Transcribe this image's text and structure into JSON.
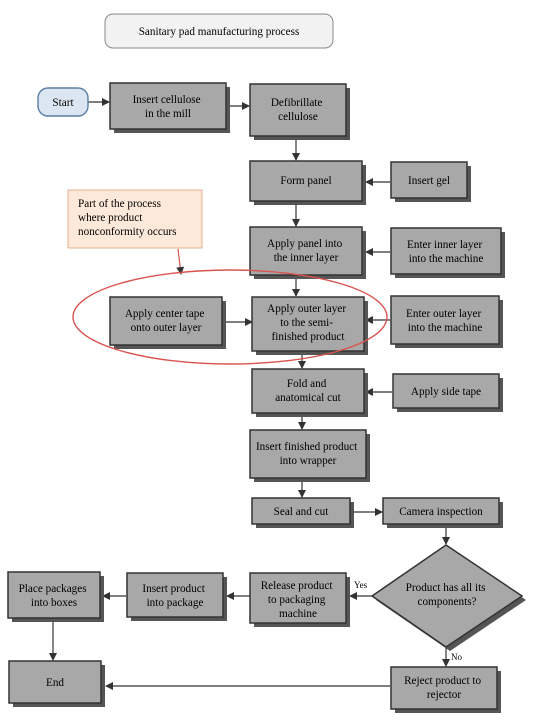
{
  "title": "Sanitary pad manufacturing process",
  "annotation": "Part of the process where product nonconformity occurs",
  "nodes": {
    "start": "Start",
    "insert_cellulose": "Insert cellulose in the mill",
    "defibrillate": "Defibrillate cellulose",
    "form_panel": "Form panel",
    "insert_gel": "Insert gel",
    "apply_panel": "Apply panel into the inner layer",
    "enter_inner": "Enter inner layer into the machine",
    "apply_center_tape": "Apply center tape onto outer layer",
    "apply_outer": "Apply outer layer to the semi-finished product",
    "enter_outer": "Enter outer layer into the machine",
    "fold_cut": "Fold and anatomical cut",
    "apply_side_tape": "Apply side tape",
    "insert_wrapper": "Insert finished product into wrapper",
    "seal_cut": "Seal and cut",
    "camera": "Camera inspection",
    "decision": "Product has all its components?",
    "release": "Release product to packaging machine",
    "insert_package": "Insert product into package",
    "place_boxes": "Place packages into boxes",
    "end": "End",
    "reject": "Reject product to rejector"
  },
  "edge_labels": {
    "yes": "Yes",
    "no": "No"
  },
  "colors": {
    "box_fill": "#a8a8a8",
    "annotation_ellipse": "#d9534f",
    "annotation_fill": "#fde9d9",
    "start_fill": "#dce6f2"
  }
}
